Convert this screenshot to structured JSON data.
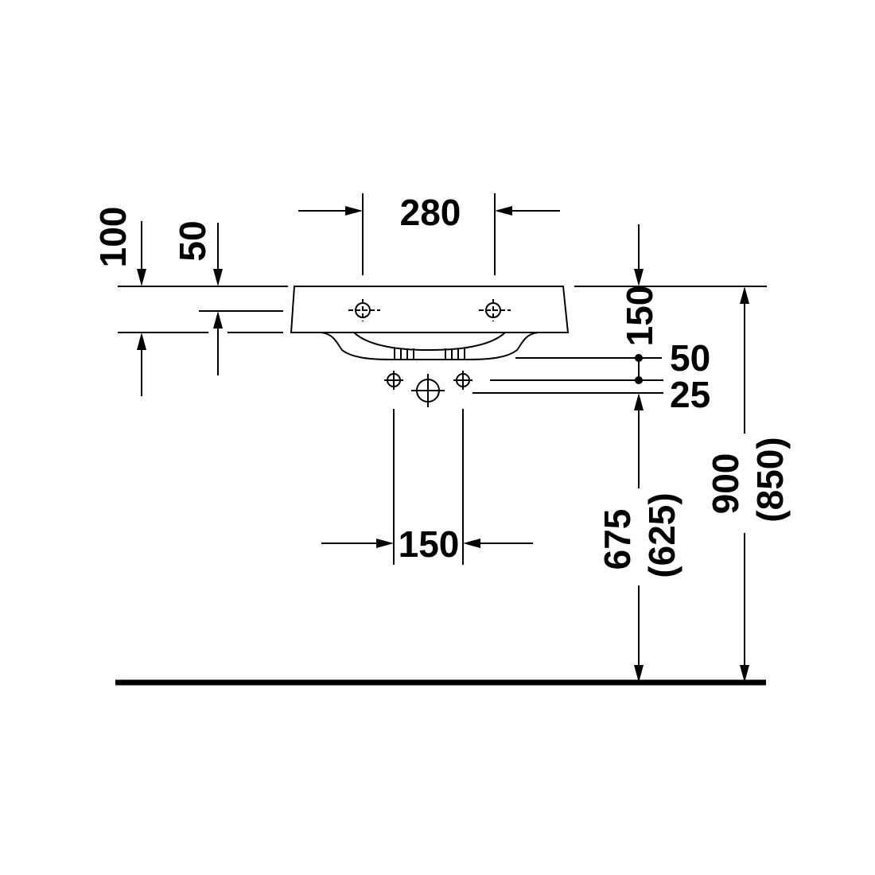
{
  "dimensions": {
    "faucet_spacing": "280",
    "overall_depth": "100",
    "rim_thickness": "50",
    "bowl_depth": "150",
    "trap_upper_offset": "50",
    "trap_lower_offset": "25",
    "drain_connection_spacing": "150",
    "drain_height": "675",
    "drain_height_alt": "(625)",
    "rim_height": "900",
    "rim_height_alt": "(850)"
  }
}
